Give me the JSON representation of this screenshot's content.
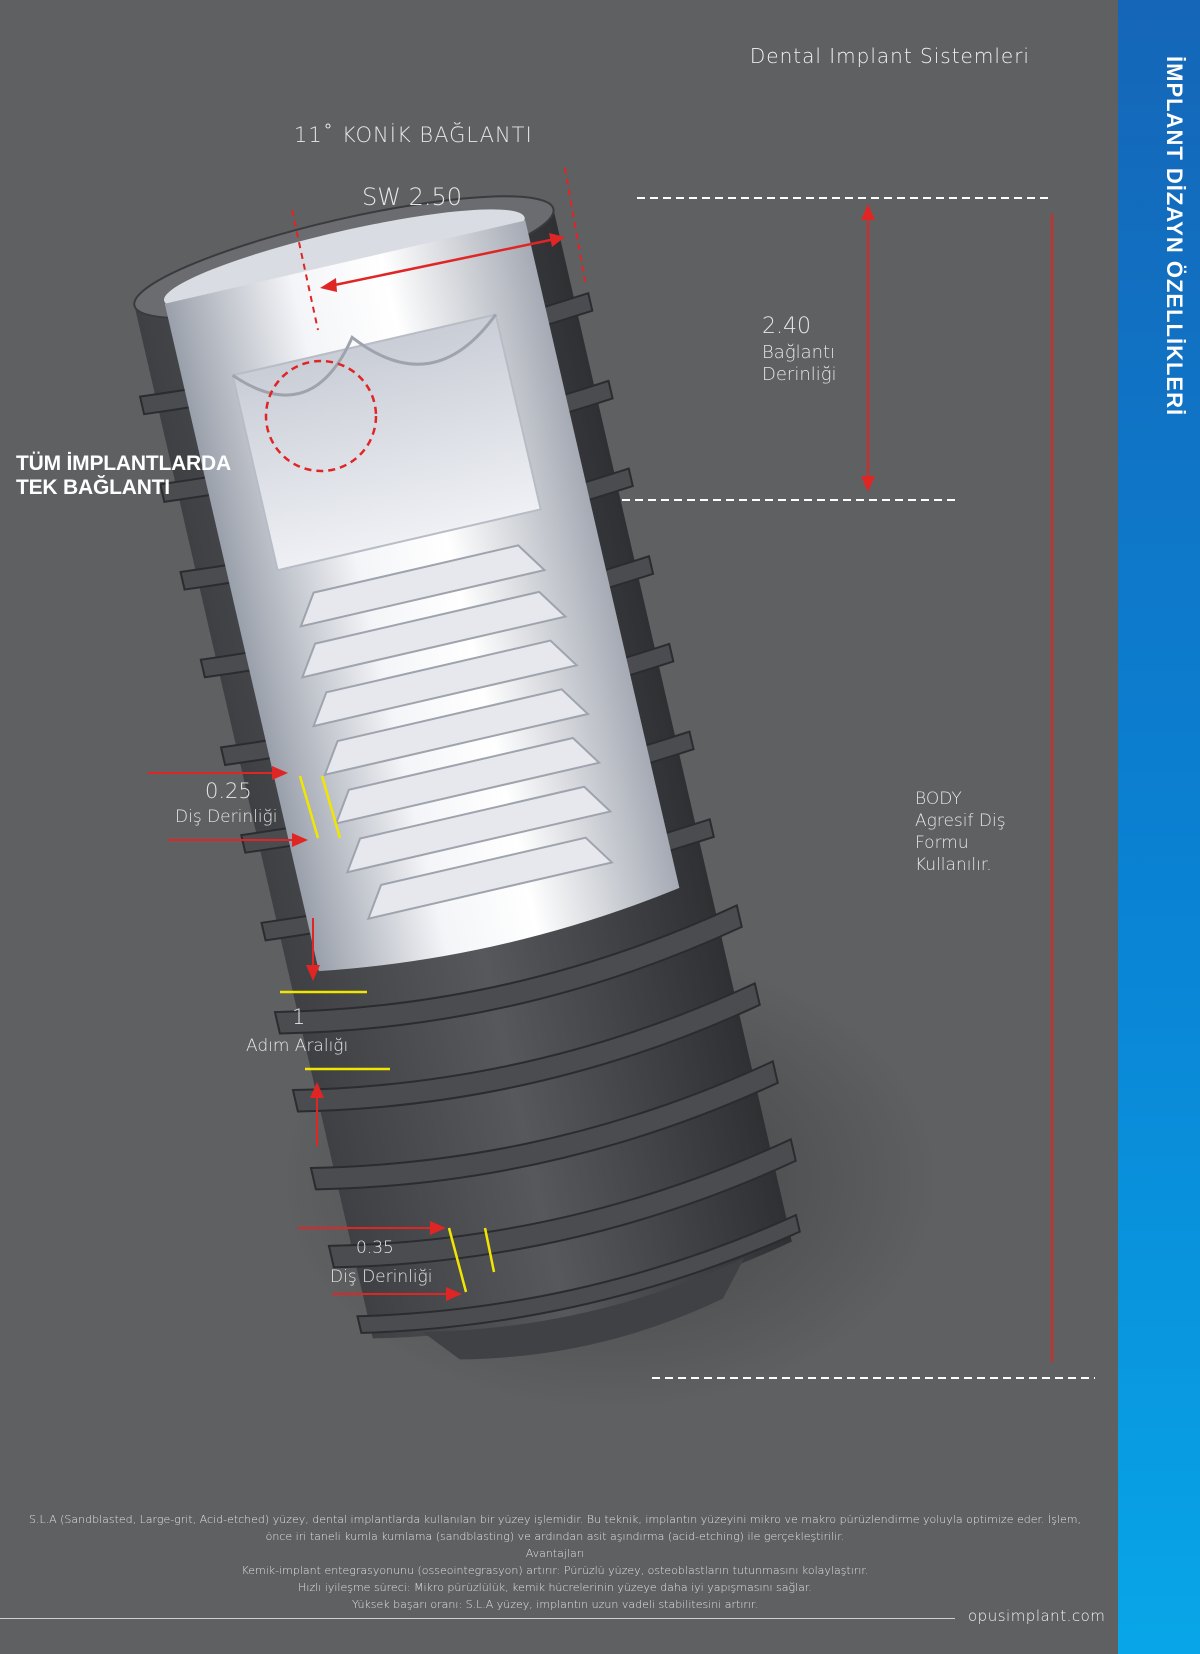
{
  "header": {
    "title": "Dental Implant Sistemleri"
  },
  "sidebar": {
    "title": "İMPLANT DİZAYN ÖZELLİKLERİ"
  },
  "labels": {
    "conical": "11˚ KONİK BAĞLANTI",
    "sw": "SW 2.50",
    "connection_depth_value": "2.40",
    "connection_depth_label_1": "Bağlantı",
    "connection_depth_label_2": "Derinliği",
    "single_connection_1": "TÜM İMPLANTLARDA",
    "single_connection_2": "TEK BAĞLANTI",
    "thread_depth_top_value": "0.25",
    "thread_depth_top_label": "Diş Derinliği",
    "pitch_value": "1",
    "pitch_label": "Adım Aralığı",
    "thread_depth_bottom_value": "0.35",
    "thread_depth_bottom_label": "Diş Derinliği",
    "body_1": "BODY",
    "body_2": "Agresif Diş",
    "body_3": "Formu",
    "body_4": "Kullanılır."
  },
  "footnote": [
    "S.L.A (Sandblasted, Large-grit, Acid-etched) yüzey, dental implantlarda kullanılan bir yüzey işlemidir. Bu teknik, implantın yüzeyini mikro ve makro pürüzlendirme yoluyla optimize eder. İşlem,",
    "önce iri taneli kumla kumlama (sandblasting) ve ardından asit aşındırma (acid-etching) ile gerçekleştirilir.",
    "Avantajları",
    "Kemik-implant entegrasyonunu (osseointegrasyon) artırır: Pürüzlü yüzey, osteoblastların tutunmasını kolaylaştırır.",
    "Hızlı iyileşme süreci: Mikro pürüzlülük, kemik hücrelerinin yüzeye daha iyi yapışmasını sağlar.",
    "Yüksek başarı oranı: S.L.A yüzey, implantın uzun vadeli stabilitesini artırır."
  ],
  "footer": {
    "url": "opusimplant.com"
  },
  "colors": {
    "background": "#5f6062",
    "accent_red": "#e02525",
    "accent_yellow": "#f2e600",
    "sidebar_blue": "#0a83d4"
  }
}
